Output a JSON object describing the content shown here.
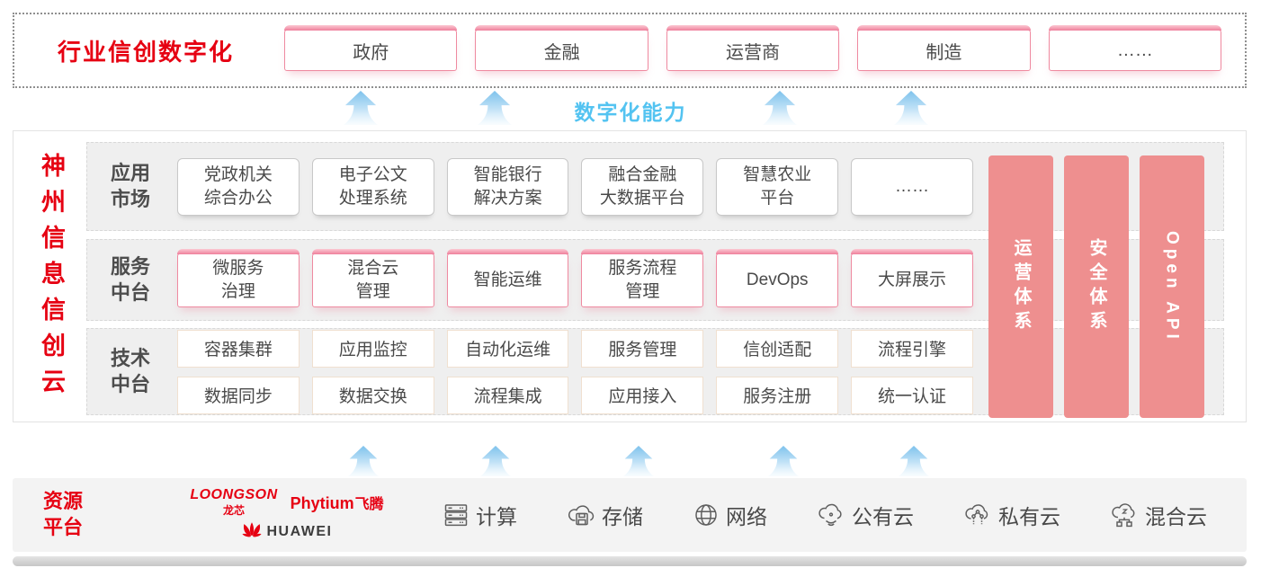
{
  "colors": {
    "brand_red": "#e60012",
    "pillar_pink": "#ee8f8f",
    "capability_blue": "#53c3f1",
    "arrow_blue": "#8fcdf2",
    "band_gray": "#efefef"
  },
  "top_band": {
    "title": "行业信创数字化",
    "items": [
      "政府",
      "金融",
      "运营商",
      "制造",
      "……"
    ]
  },
  "capability_label": "数字化能力",
  "main": {
    "side_title": "神州信息信创云",
    "rows": [
      {
        "label": "应用\n市场",
        "items": [
          "党政机关\n综合办公",
          "电子公文\n处理系统",
          "智能银行\n解决方案",
          "融合金融\n大数据平台",
          "智慧农业\n平台",
          "……"
        ]
      },
      {
        "label": "服务\n中台",
        "items": [
          "微服务\n治理",
          "混合云\n管理",
          "智能运维",
          "服务流程\n管理",
          "DevOps",
          "大屏展示"
        ]
      },
      {
        "label": "技术\n中台",
        "items_top": [
          "容器集群",
          "应用监控",
          "自动化运维",
          "服务管理",
          "信创适配",
          "流程引擎"
        ],
        "items_bottom": [
          "数据同步",
          "数据交换",
          "流程集成",
          "应用接入",
          "服务注册",
          "统一认证"
        ]
      }
    ],
    "pillars": [
      "运营体系",
      "安全体系",
      "Open API"
    ]
  },
  "resources": {
    "label": "资源\n平台",
    "vendors": {
      "loongson": "LOONGSON",
      "loongson_cn": "龙芯",
      "phytium": "Phytium",
      "phytium_cn": "飞腾",
      "huawei": "HUAWEI"
    },
    "items": [
      {
        "icon": "server-icon",
        "label": "计算"
      },
      {
        "icon": "storage-cloud-icon",
        "label": "存储"
      },
      {
        "icon": "globe-icon",
        "label": "网络"
      },
      {
        "icon": "public-cloud-icon",
        "label": "公有云"
      },
      {
        "icon": "private-cloud-icon",
        "label": "私有云"
      },
      {
        "icon": "hybrid-cloud-icon",
        "label": "混合云"
      }
    ]
  }
}
